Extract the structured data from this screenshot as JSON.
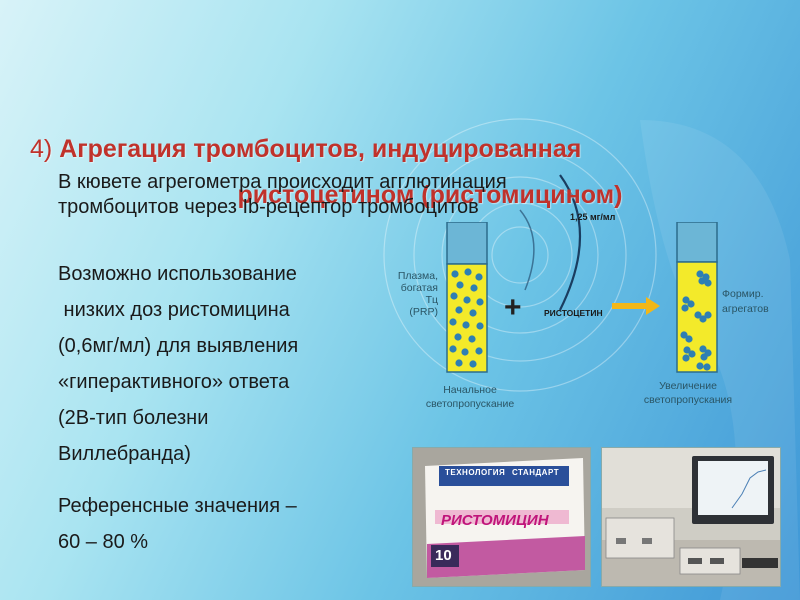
{
  "slide": {
    "title_number": "4)",
    "title_line1": "Агрегация тромбоцитов, индуцированная",
    "title_line2": "ристоцетином (ристомицином)",
    "para1_line1": "В кювете агрегометра происходит агглютинация",
    "para1_line2": "тромбоцитов через Ib-рецептор тромбоцитов",
    "para2_lines": [
      "Возможно использование",
      " низких доз ристомицина",
      "(0,6мг/мл) для выявления",
      "«гиперактивного» ответа",
      "(2В-тип болезни",
      "Виллебранда)"
    ],
    "para3_line1": "Референсные значения –",
    "para3_line2": "60 – 80 %"
  },
  "diagram": {
    "plasma_label_1": "Плазма,",
    "plasma_label_2": "богатая",
    "plasma_label_3": "Тц",
    "plasma_label_4": "(PRP)",
    "plus": "+",
    "reagent": "РИСТОЦЕТИН",
    "dose": "1,25 мг/мл",
    "formed_label_1": "Формир.",
    "formed_label_2": "агрегатов",
    "initial_1": "Начальное",
    "initial_2": "светопропускание",
    "increase_1": "Увеличение",
    "increase_2": "светопропускания"
  },
  "box_photo": {
    "brand_1": "ТЕХНОЛОГИЯ",
    "brand_2": "СТАНДАРТ",
    "product": "РИСТОМИЦИН",
    "count": "10"
  },
  "colors": {
    "title": "#c0322b",
    "tube_yellow": "#f3ea2a",
    "tube_cap": "#5ba7c9",
    "cell_blue": "#2e7fb3",
    "arrow": "#f2b718"
  }
}
